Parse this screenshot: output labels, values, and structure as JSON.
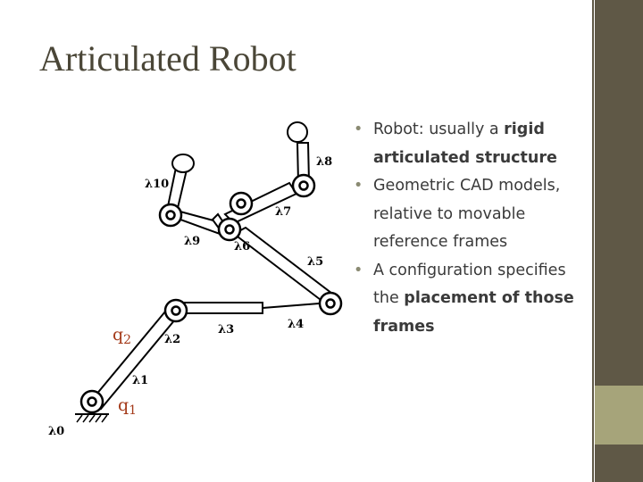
{
  "slide": {
    "title": "Articulated Robot",
    "bullets": [
      {
        "parts": [
          {
            "text": "Robot: usually a "
          },
          {
            "text": "rigid articulated structure",
            "bold": true
          }
        ]
      },
      {
        "parts": [
          {
            "text": "Geometric CAD models, relative to movable reference frames"
          }
        ]
      },
      {
        "parts": [
          {
            "text": "A configuration specifies the "
          },
          {
            "text": "placement of those frames",
            "bold": true
          }
        ]
      }
    ]
  },
  "diagram": {
    "link_labels": [
      "λ0",
      "λ1",
      "λ2",
      "λ3",
      "λ4",
      "λ5",
      "λ6",
      "λ7",
      "λ8",
      "λ9",
      "λ10"
    ],
    "joint_labels": {
      "q1": {
        "base": "q",
        "sub": "1"
      },
      "q2": {
        "base": "q",
        "sub": "2"
      }
    }
  },
  "colors": {
    "sidebar": "#5f5846",
    "sidebar_accent": "#a6a47a",
    "title": "#4a4637",
    "joint_label": "#a43a1a",
    "bullet_text": "#3a3a3a"
  }
}
